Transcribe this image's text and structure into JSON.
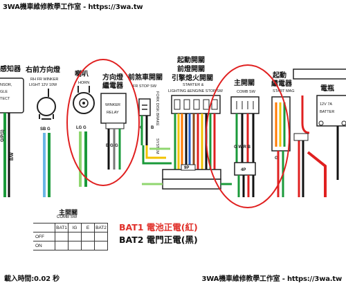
{
  "watermark": {
    "top": "3WA機車維修教學工作室 - https://3wa.tw",
    "bottom": "3WA機車維修教學工作室 - https://3wa.tw",
    "load_time": "載入時間:0.02 秒"
  },
  "components": {
    "sensor": {
      "cn": "感知器",
      "en1": "NSOR,",
      "en2": "GLE",
      "en3": "TECT"
    },
    "rh_turn": {
      "cn": "右前方向燈",
      "en1": "RH FR WINKER",
      "en2": "LIGHT 12V 10W"
    },
    "horn": {
      "cn": "喇叭",
      "en": "HORN"
    },
    "relay": {
      "cn1": "方向燈",
      "cn2": "繼電器",
      "inner1": "WINKER",
      "inner2": "RELAY"
    },
    "fr_stop": {
      "cn": "前煞車開關",
      "en": "FR STOP SW"
    },
    "starter": {
      "cn1": "起動開關",
      "cn2": "前燈開關",
      "cn3": "引擎熄火開關",
      "en1": "STARTER &",
      "en2": "LIGHTING &ENGINE STOP SW"
    },
    "main_sw": {
      "cn": "主開關",
      "en": "COMB SW"
    },
    "start_mag": {
      "cn1": "起動",
      "cn2": "繼電器",
      "en": "START MAG"
    },
    "battery": {
      "cn": "電瓶",
      "en1": "12V 7A",
      "en2": "BATTER"
    },
    "connector_9p": "9P",
    "connector_4p": "4P",
    "fork_text": "FORK DISK BRAKE",
    "system_text": "SYSTEM"
  },
  "wire_labels": {
    "rh_turn": "SB G",
    "horn": "LG G",
    "relay": "B GrG",
    "fr_stop": "B",
    "fr_stop_g": "G",
    "main_sw": "G W R B",
    "gp": "G/P(1)",
    "bw": "B/W",
    "start_mag": "G"
  },
  "legend": {
    "bat1": "BAT1 電池正電(紅)",
    "bat2": "BAT2 電門正電(黑)"
  },
  "switch_table": {
    "title_cn": "主開關",
    "title_en": "COMB SW",
    "headers": [
      "BAT1",
      "IG",
      "E",
      "BAT2"
    ],
    "rows": [
      {
        "label": "OFF"
      },
      {
        "label": "ON"
      }
    ]
  },
  "colors": {
    "highlight_circle": "#e02020",
    "wire_green": "#1a9a3a",
    "wire_red": "#e02020",
    "wire_yellow": "#f2c200",
    "wire_orange": "#ff7a00",
    "wire_blue": "#2060d0",
    "wire_brown": "#8b4a1a"
  }
}
